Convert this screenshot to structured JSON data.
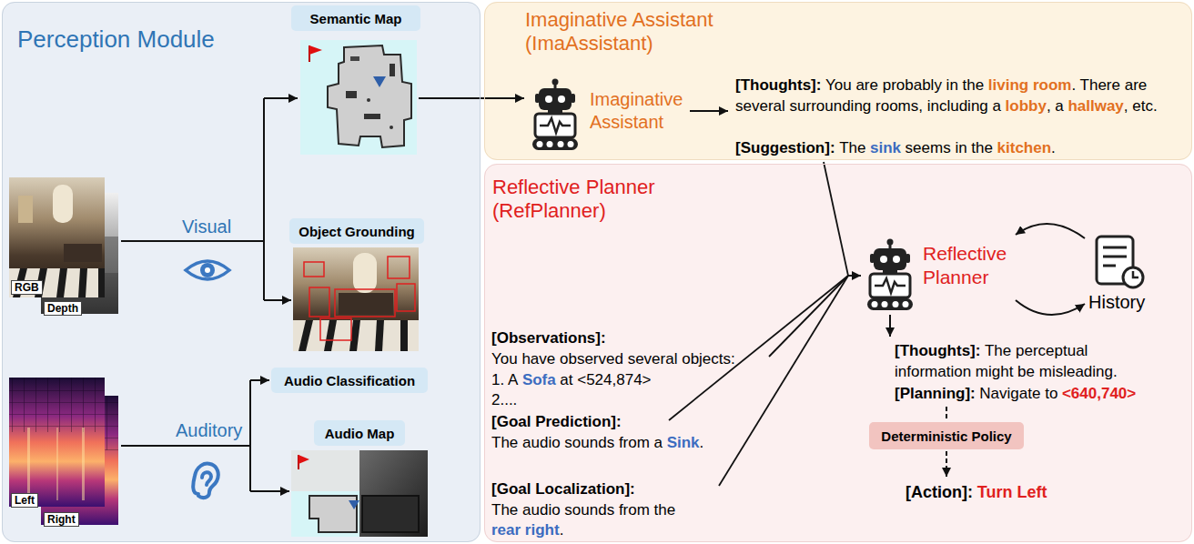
{
  "diagram": {
    "nodes": [
      {
        "text": [
          "Perception Module"
        ]
      },
      {
        "text": [
          "Semantic Map"
        ],
        "in": 0
      },
      {
        "text": [
          "Object Grounding"
        ],
        "in": 0
      },
      {
        "text": [
          "Audio Classification"
        ],
        "in": 0
      },
      {
        "text": [
          "Audio Map"
        ],
        "in": 0
      },
      {
        "text": [
          "Imaginative Assistant (ImaAssistant)"
        ]
      },
      {
        "text": [
          "Reflective Planner (RefPlanner)"
        ]
      },
      {
        "text": [
          "Deterministic Policy"
        ],
        "in": 6
      }
    ],
    "labels": [
      "RGB",
      "Depth",
      "Visual",
      "Left",
      "Right",
      "Auditory",
      "Imaginative Assistant",
      "[Thoughts]:",
      "You are probably in the",
      "living room",
      ". There are several surrounding rooms, including a",
      "lobby",
      ", a",
      "hallway",
      ", etc.",
      "[Suggestion]:",
      "The",
      "sink",
      "seems in the",
      "kitchen",
      ".",
      "[Observations]:",
      "You have observed several objects:",
      "1. A",
      "Sofa",
      "at <524,874>",
      "2....",
      "[Goal Prediction]:",
      "The audio sounds from a",
      "Sink",
      ".",
      "[Goal Localization]:",
      "The audio sounds from the",
      "rear right",
      ".",
      "Reflective Planner",
      "History",
      "[Thoughts]:",
      "The perceptual information might be misleading.",
      "[Planning]:",
      "Navigate to",
      "<640,740>",
      "[Action]:",
      "Turn Left"
    ]
  }
}
